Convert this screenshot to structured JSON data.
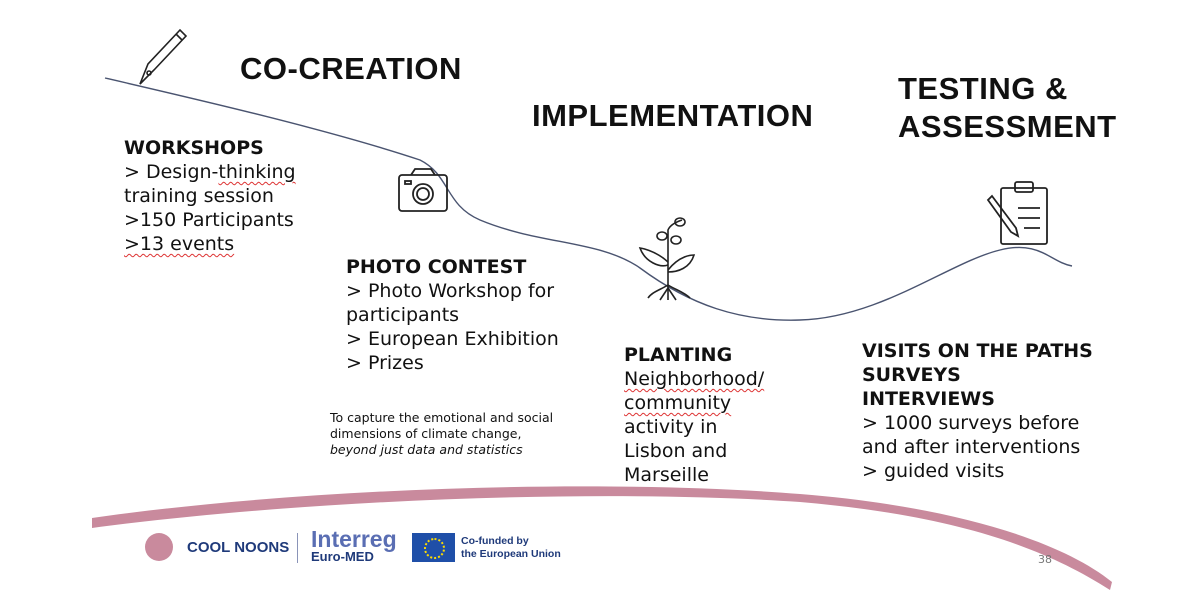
{
  "headings": {
    "co_creation": "CO-CREATION",
    "implementation": "IMPLEMENTATION",
    "testing_line1": "TESTING &",
    "testing_line2": "ASSESSMENT"
  },
  "workshops": {
    "title": "WORKSHOPS",
    "lines": [
      "> Design-thinking",
      "training session",
      ">150 Participants",
      ">13 events"
    ]
  },
  "photo_contest": {
    "title": "PHOTO CONTEST",
    "lines": [
      "> Photo Workshop for",
      "participants",
      "> European Exhibition",
      "> Prizes"
    ]
  },
  "note": {
    "line1": "To capture the emotional and social",
    "line2": "dimensions of climate change,",
    "line3": "beyond just data and statistics"
  },
  "planting": {
    "title": "PLANTING",
    "lines": [
      "Neighborhood/",
      "community",
      "activity in",
      "Lisbon and",
      "Marseille"
    ]
  },
  "visits": {
    "titles": [
      "VISITS ON THE PATHS",
      "SURVEYS",
      "INTERVIEWS"
    ],
    "lines": [
      "> 1000 surveys before",
      "and after interventions",
      "> guided visits"
    ]
  },
  "footer": {
    "cool_noons": "COOL NOONS",
    "interreg": "Interreg",
    "euro_med": "Euro-MED",
    "eu_line1": "Co-funded by",
    "eu_line2": "the European Union",
    "page_number": "38"
  },
  "colors": {
    "wave": "#c98a9d",
    "navy": "#1f3a7a",
    "eu_blue": "#1f4fa8",
    "eu_yellow": "#ffdd00",
    "line": "#4a5470"
  }
}
